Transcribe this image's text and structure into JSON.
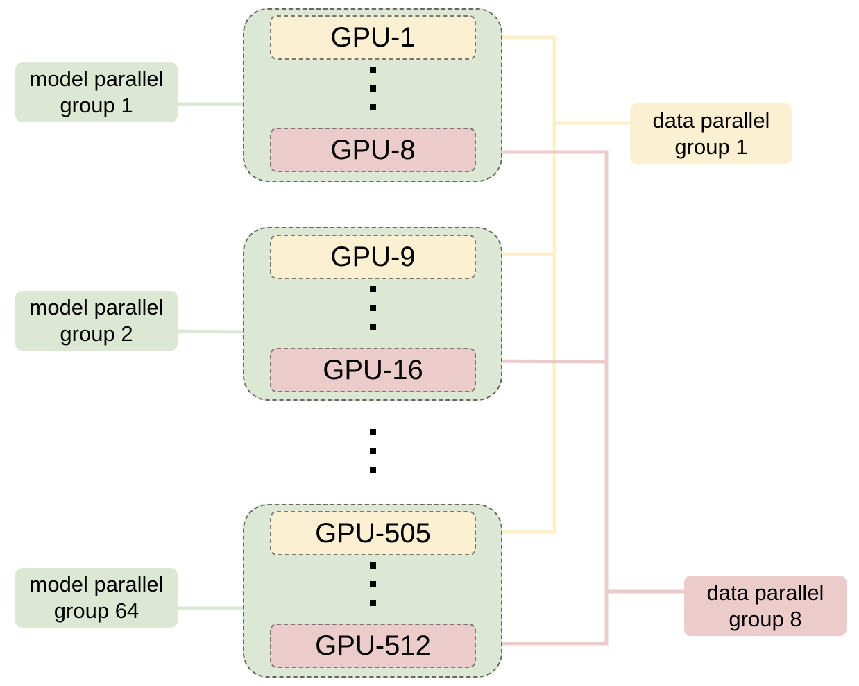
{
  "colors": {
    "model_group_fill": "#dde8d4",
    "data_group_1": "#fcf0d2",
    "data_group_8": "#eccccb",
    "yellow_wire": "#fcf0c9",
    "red_wire": "#eccccb",
    "green_wire": "#dde8d4",
    "dashed_border": "#666666"
  },
  "model_groups": [
    {
      "label_line1": "model parallel",
      "label_line2": "group 1",
      "first_gpu": "GPU-1",
      "last_gpu": "GPU-8"
    },
    {
      "label_line1": "model parallel",
      "label_line2": "group 2",
      "first_gpu": "GPU-9",
      "last_gpu": "GPU-16"
    },
    {
      "label_line1": "model parallel",
      "label_line2": "group 64",
      "first_gpu": "GPU-505",
      "last_gpu": "GPU-512"
    }
  ],
  "data_groups": [
    {
      "label_line1": "data parallel",
      "label_line2": "group 1"
    },
    {
      "label_line1": "data parallel",
      "label_line2": "group 8"
    }
  ]
}
